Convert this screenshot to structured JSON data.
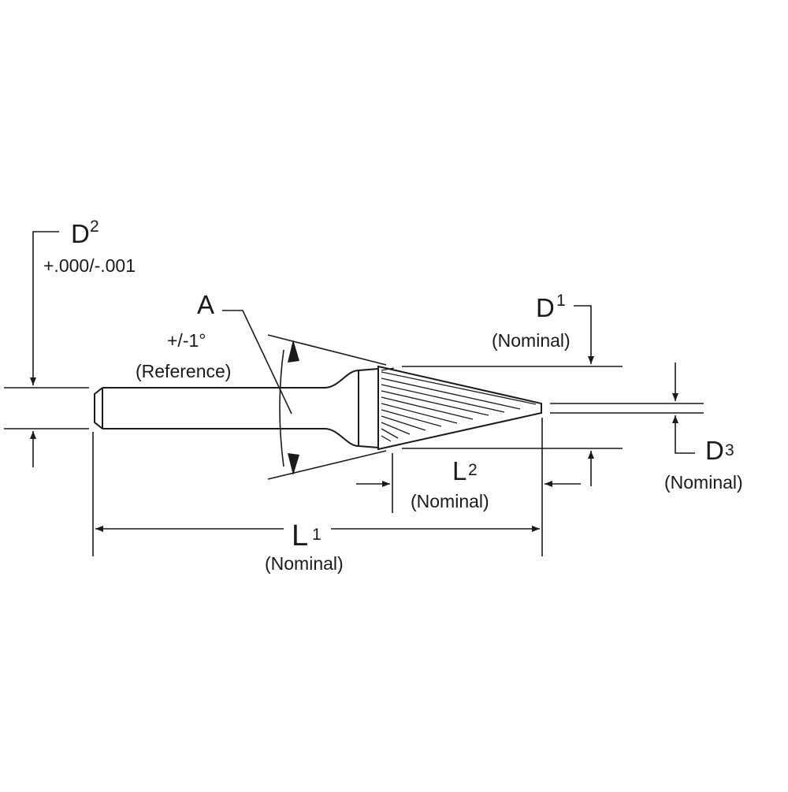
{
  "dimensions": {
    "d2": {
      "main": "D",
      "sup": "2",
      "tolerance": "+.000/-.001"
    },
    "angle": {
      "main": "A",
      "tolerance": "+/-1°",
      "note": "(Reference)"
    },
    "d1": {
      "main": "D",
      "sup": "1",
      "note": "(Nominal)"
    },
    "d3": {
      "main": "D",
      "sub": "3",
      "note": "(Nominal)"
    },
    "l2": {
      "main": "L",
      "sub": "2",
      "note": "(Nominal)"
    },
    "l1": {
      "main": "L",
      "sub": "1",
      "note": "(Nominal)"
    }
  },
  "colors": {
    "line": "#1a1a1a",
    "background": "#ffffff"
  }
}
